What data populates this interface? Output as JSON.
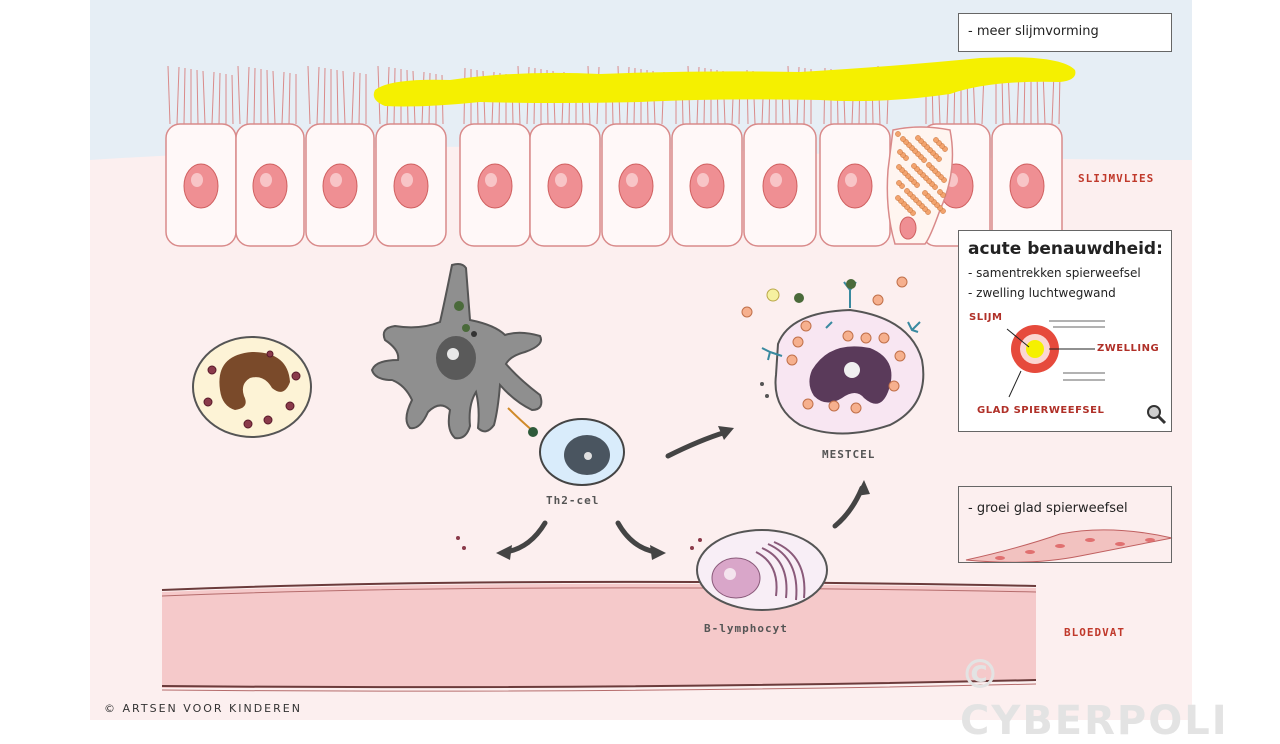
{
  "colors": {
    "sky": "#e6eef5",
    "tissue": "#fcefef",
    "cell_outline": "#d98a8a",
    "nucleus": "#ef8f93",
    "mucus": "#f5f000",
    "vessel": "#f5c9ca"
  },
  "labels": {
    "slijmvlies": "SLIJMVLIES",
    "bloedvat": "BLOEDVAT",
    "mestcel": "MESTCEL",
    "th2": "Th2-cel",
    "blymph": "B-lymphocyt"
  },
  "boxes": {
    "mucus_box": "- meer slijmvorming",
    "acute": {
      "title": "acute benauwdheid:",
      "line1": "- samentrekken spierweefsel",
      "line2": "- zwelling luchtwegwand",
      "slijm": "SLIJM",
      "zwelling": "ZWELLING",
      "glad": "GLAD SPIERWEEFSEL"
    },
    "growth_box": "- groei glad spierweefsel"
  },
  "footer": {
    "copyright": "© ARTSEN VOOR KINDEREN",
    "logo": "© CYBERPOLI"
  },
  "icons": [
    "magnifier-icon"
  ]
}
